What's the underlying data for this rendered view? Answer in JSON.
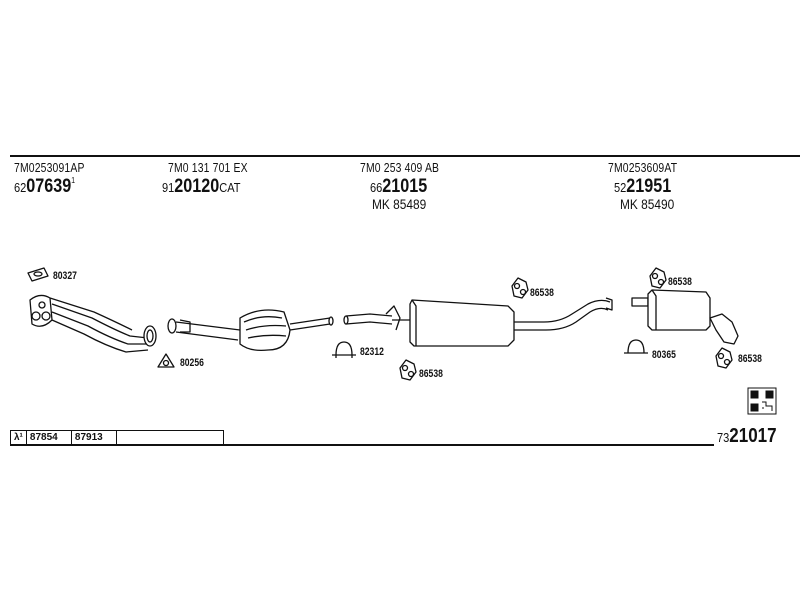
{
  "columns": [
    {
      "part_no": "7M0253091AP",
      "prefix": "62",
      "code": "07639",
      "suffix": "1",
      "mk": ""
    },
    {
      "part_no": "7M0 131 701 EX",
      "prefix": "91",
      "code": "20120",
      "suffix": "CAT",
      "mk": ""
    },
    {
      "part_no": "7M0 253 409 AB",
      "prefix": "66",
      "code": "21015",
      "suffix": "",
      "mk": "MK  85489"
    },
    {
      "part_no": "7M0253609AT",
      "prefix": "52",
      "code": "21951",
      "suffix": "",
      "mk": "MK  85490"
    }
  ],
  "labels": {
    "gasket_80327": "80327",
    "gasket_80256": "80256",
    "clamp_82312": "82312",
    "hanger_86538_a": "86538",
    "hanger_86538_b": "86538",
    "hanger_86538_c": "86538",
    "hanger_86538_d": "86538",
    "clamp_80365": "80365"
  },
  "bottom_table": {
    "lambda": "λ¹",
    "cell1": "87854",
    "cell2": "87913"
  },
  "reference": {
    "prefix": "73",
    "code": "21017"
  },
  "icons": [
    "manifold-gasket-icon",
    "triangle-gasket-icon",
    "u-clamp-icon",
    "rubber-hanger-icon",
    "qr-code-icon"
  ]
}
